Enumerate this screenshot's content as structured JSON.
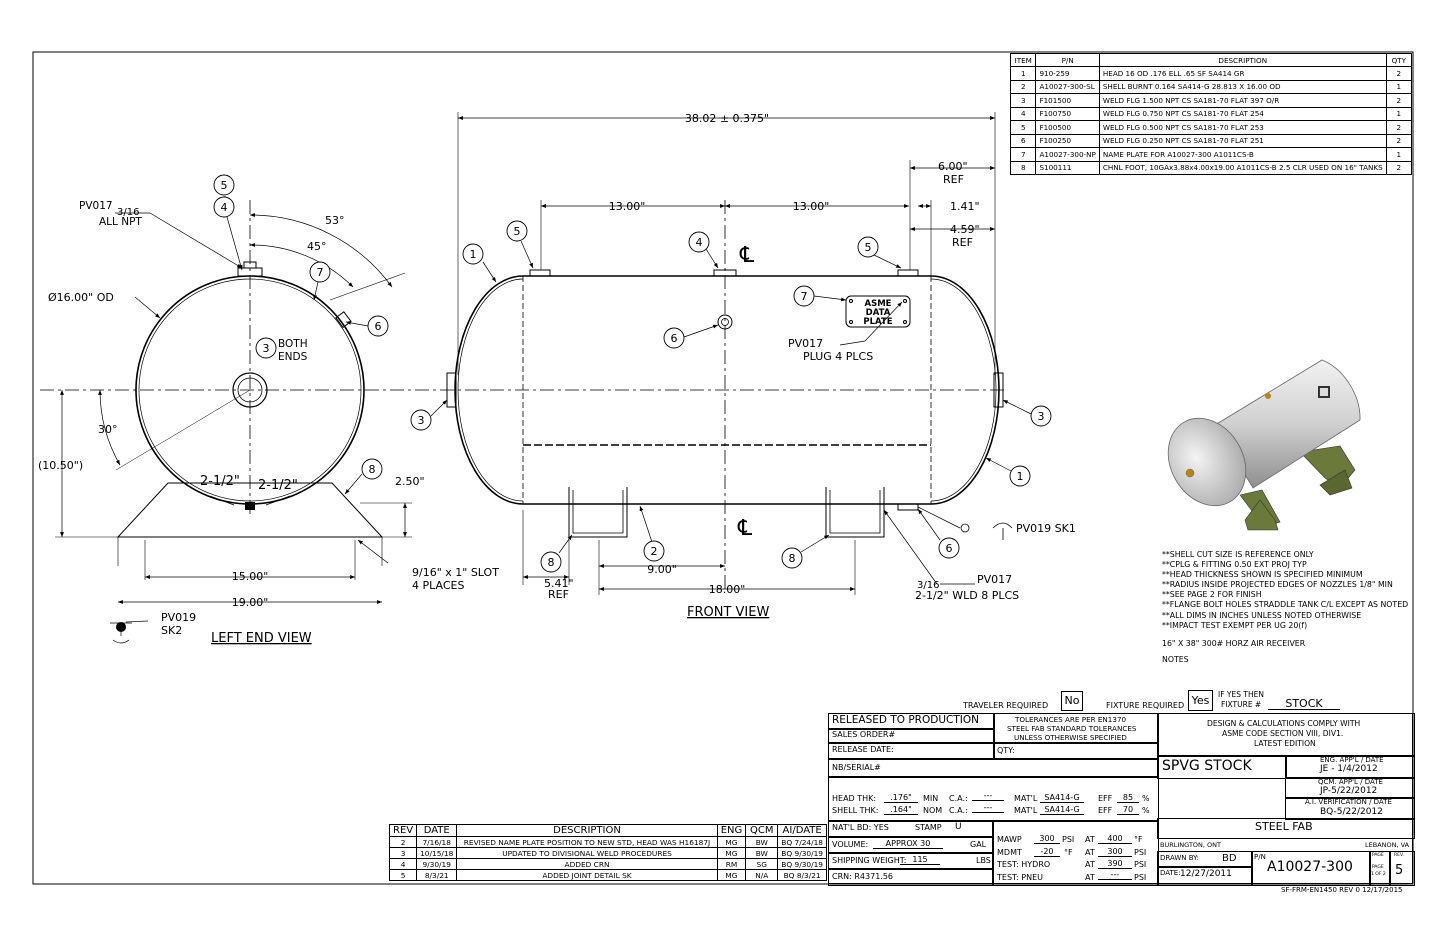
{
  "bom": {
    "headers": [
      "ITEM",
      "P/N",
      "DESCRIPTION",
      "QTY"
    ],
    "rows": [
      [
        "1",
        "910-259",
        "HEAD 16 OD .176 ELL .65 SF SA414 GR",
        "2"
      ],
      [
        "2",
        "A10027-300-SL",
        "SHELL BURNT 0.164 SA414-G 28.813 X 16.00 OD",
        "1"
      ],
      [
        "3",
        "F101500",
        "WELD FLG 1.500 NPT CS SA181-70 FLAT 397 O/R",
        "2"
      ],
      [
        "4",
        "F100750",
        "WELD FLG 0.750 NPT CS SA181-70 FLAT 254",
        "1"
      ],
      [
        "5",
        "F100500",
        "WELD FLG 0.500 NPT CS SA181-70 FLAT 253",
        "2"
      ],
      [
        "6",
        "F100250",
        "WELD FLG 0.250 NPT CS SA181-70 FLAT 251",
        "2"
      ],
      [
        "7",
        "A10027-300-NP",
        "NAME PLATE FOR A10027-300 A1011CS-B",
        "1"
      ],
      [
        "8",
        "S100111",
        "CHNL FOOT, 10GAx3.88x4.00x19.00 A1011CS-B 2.5 CLR USED ON 16\" TANKS",
        "2"
      ]
    ]
  },
  "left_view": {
    "title": "LEFT END VIEW",
    "weld_ref": "PV017",
    "weld_size": "3/16",
    "weld_note": "ALL NPT",
    "angle_53": "53°",
    "angle_45": "45°",
    "diameter": "Ø16.00\" OD",
    "both_ends_1": "BOTH",
    "both_ends_2": "ENDS",
    "angle_30": "30°",
    "height": "(10.50\")",
    "weld_a": "2-1/2\"",
    "weld_b": "2-1/2\"",
    "clearance": "2.50\"",
    "dim_15": "15.00\"",
    "dim_19": "19.00\"",
    "slot_1": "9/16\" x 1\" SLOT",
    "slot_2": "4 PLACES",
    "pv019": "PV019",
    "sk2": "SK2",
    "balloons": [
      "5",
      "4",
      "7",
      "6",
      "3",
      "8"
    ]
  },
  "front_view": {
    "title": "FRONT VIEW",
    "overall": "38.02 ± 0.375\"",
    "ref6": "6.00\"",
    "ref_word": "REF",
    "dim_13a": "13.00\"",
    "dim_13b": "13.00\"",
    "dim_141": "1.41\"",
    "dim_459": "4.59\"",
    "centerline": "℄",
    "plate_1": "ASME",
    "plate_2": "DATA",
    "plate_3": "PLATE",
    "pv017_plug": "PV017",
    "plug_note": "PLUG 4 PLCS",
    "dim_541": "5.41\"",
    "dim_9": "9.00\"",
    "dim_18": "18.00\"",
    "weld_size": "3/16",
    "weld_ref": "PV017",
    "weld_note": "2-1/2\" WLD 8 PLCS",
    "sk1": "PV019 SK1",
    "balloons": [
      "1",
      "5",
      "4",
      "5",
      "7",
      "6",
      "3",
      "3",
      "1",
      "8",
      "2",
      "8",
      "6"
    ]
  },
  "notes": {
    "lines": [
      "**SHELL CUT SIZE IS REFERENCE ONLY",
      "**CPLG & FITTING 0.50 EXT PROJ TYP",
      "**HEAD THICKNESS SHOWN IS SPECIFIED MINIMUM",
      "**RADIUS INSIDE PROJECTED EDGES OF NOZZLES 1/8\" MIN",
      "**SEE PAGE 2 FOR FINISH",
      "**FLANGE BOLT HOLES STRADDLE TANK C/L EXCEPT AS NOTED",
      "**ALL DIMS IN INCHES UNLESS NOTED OTHERWISE",
      "**IMPACT TEST EXEMPT PER UG 20(f)"
    ],
    "product": "16\" X 38\" 300# HORZ AIR RECEIVER",
    "notes_label": "NOTES"
  },
  "title_block": {
    "traveler_label": "TRAVELER REQUIRED",
    "traveler_value": "No",
    "fixture_label": "FIXTURE REQUIRED",
    "fixture_value": "Yes",
    "if_yes_1": "IF YES THEN",
    "if_yes_2": "FIXTURE #",
    "fixture_no": "STOCK",
    "released": "RELEASED TO PRODUCTION",
    "sales_order": "SALES ORDER#",
    "release_date": "RELEASE DATE:",
    "tolerance_1": "TOLERANCES ARE PER EN1370",
    "tolerance_2": "STEEL FAB STANDARD TOLERANCES",
    "tolerance_3": "UNLESS OTHERWISE SPECIFIED",
    "qty_label": "QTY:",
    "design_1": "DESIGN & CALCULATIONS COMPLY WITH",
    "design_2": "ASME CODE SECTION VIII, DIV1.",
    "design_3": "LATEST EDITION",
    "nb_serial": "NB/SERIAL#",
    "spvg": "SPVG STOCK",
    "eng_label": "ENG. APP'L / DATE",
    "eng_value": "JE - 1/4/2012",
    "qcm_label": "QCM. APP'L / DATE",
    "qcm_value": "JP-5/22/2012",
    "ai_label": "A.I. VERIFICATION / DATE",
    "ai_value": "BQ-5/22/2012",
    "head_thk_label": "HEAD THK:",
    "head_thk": ".176\"",
    "min_label": "MIN",
    "ca_label": "C.A.:",
    "ca_value": "---",
    "matl_label": "MAT'L",
    "matl_head": "SA414-G",
    "eff_label": "EFF",
    "eff_head": "85",
    "pct": "%",
    "shell_thk_label": "SHELL THK:",
    "shell_thk": ".164\"",
    "nom_label": "NOM",
    "matl_shell": "SA414-G",
    "eff_shell": "70",
    "natl_bd": "NAT'L BD: YES",
    "stamp_label": "STAMP",
    "stamp_value": "U",
    "steel_fab": "STEEL FAB",
    "volume_label": "VOLUME:",
    "volume": "APPROX 30",
    "gal": "GAL",
    "mawp_label": "MAWP",
    "mawp": "300",
    "psi": "PSI",
    "at": "AT",
    "mawp_temp": "400",
    "deg_f": "°F",
    "mdmt_label": "MDMT",
    "mdmt": "-20",
    "mdmt_psi": "300",
    "shipping_label": "SHIPPING WEIGHT:",
    "shipping": "115",
    "lbs": "LBS",
    "test_hydro": "TEST: HYDRO",
    "hydro_psi": "390",
    "test_pneu": "TEST: PNEU",
    "pneu_psi": "---",
    "crn": "CRN: R4371.56",
    "city_1": "BURLINGTON, ONT",
    "city_2": "LEBANON, VA",
    "drawn_label": "DRAWN BY:",
    "drawn_by": "BD",
    "pn_label": "P/N",
    "part_number": "A10027-300",
    "page_label": "PAGE",
    "page_of": "1 OF 2",
    "rev_label": "REV.",
    "rev_value": "5",
    "date_label": "DATE:",
    "date_value": "12/27/2011",
    "form": "SF-FRM-EN1450  REV 0 12/17/2015"
  },
  "revisions": {
    "headers": [
      "REV",
      "DATE",
      "DESCRIPTION",
      "ENG",
      "QCM",
      "AI/DATE"
    ],
    "rows": [
      [
        "2",
        "7/16/18",
        "REVISED NAME PLATE POSITION TO NEW STD, HEAD WAS H16187J",
        "MG",
        "BW",
        "BQ 7/24/18"
      ],
      [
        "3",
        "10/15/18",
        "UPDATED TO DIVISIONAL WELD PROCEDURES",
        "MG",
        "BW",
        "BQ 9/30/19"
      ],
      [
        "4",
        "9/30/19",
        "ADDED CRN",
        "RM",
        "SG",
        "BQ 9/30/19"
      ],
      [
        "5",
        "8/3/21",
        "ADDED JOINT DETAIL SK",
        "MG",
        "N/A",
        "BQ 8/3/21"
      ]
    ]
  }
}
